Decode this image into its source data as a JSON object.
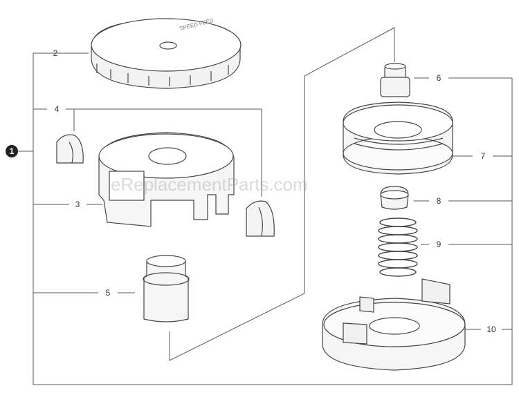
{
  "assembly": {
    "number": "1"
  },
  "watermark": "eReplacementParts.com",
  "callouts": [
    {
      "id": "2",
      "part": "spool cap"
    },
    {
      "id": "4",
      "part": "eyelets"
    },
    {
      "id": "3",
      "part": "spool housing"
    },
    {
      "id": "5",
      "part": "adapter"
    },
    {
      "id": "6",
      "part": "bolt"
    },
    {
      "id": "7",
      "part": "spool"
    },
    {
      "id": "8",
      "part": "bumper insert"
    },
    {
      "id": "9",
      "part": "spring"
    },
    {
      "id": "10",
      "part": "base housing"
    }
  ],
  "cap_text": "SPEED FEED"
}
